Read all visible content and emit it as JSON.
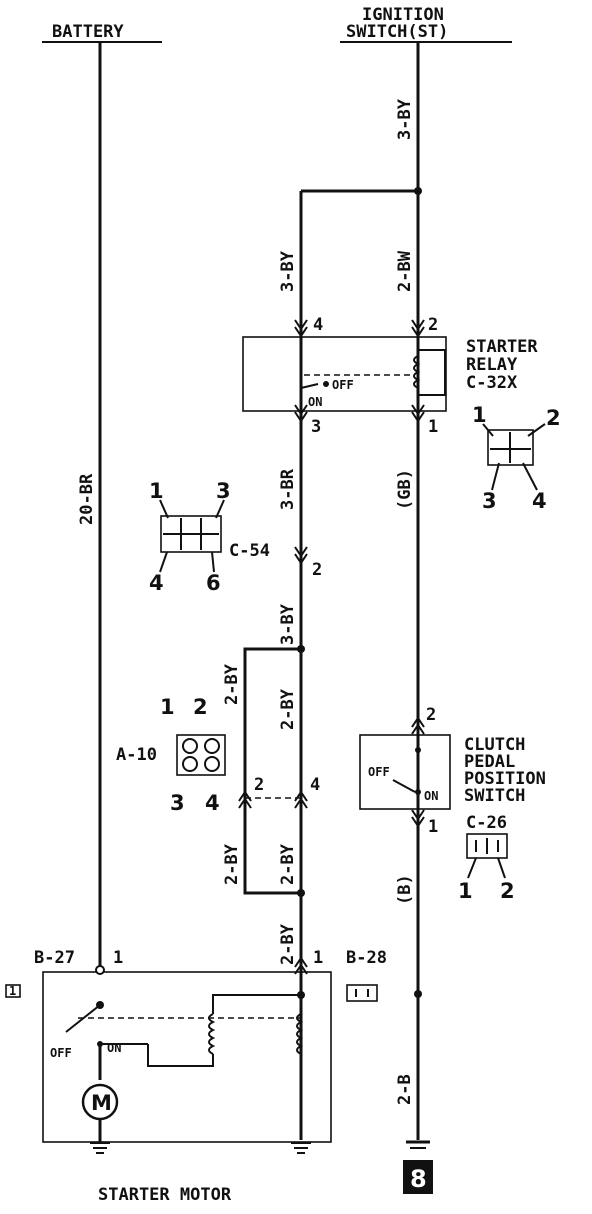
{
  "labels": {
    "battery": "BATTERY",
    "ignition_line1": "IGNITION",
    "ignition_line2": "SWITCH(ST)",
    "starter_relay_line1": "STARTER",
    "starter_relay_line2": "RELAY",
    "starter_relay_id": "C-32X",
    "clutch_line1": "CLUTCH",
    "clutch_line2": "PEDAL",
    "clutch_line3": "POSITION",
    "clutch_line4": "SWITCH",
    "clutch_id": "C-26",
    "starter_motor": "STARTER MOTOR",
    "conn_c54": "C-54",
    "conn_a10": "A-10",
    "conn_b27": "B-27",
    "conn_b28": "B-28",
    "off": "OFF",
    "on": "ON",
    "motor": "M",
    "ground_ref": "8",
    "side_ref": "1"
  },
  "wires": {
    "w_3by_top": "3-BY",
    "w_3by_left": "3-BY",
    "w_2bw": "2-BW",
    "w_3br": "3-BR",
    "w_gb": "(GB)",
    "w_20br": "20-BR",
    "w_3by_mid": "3-BY",
    "w_2by_a": "2-BY",
    "w_2by_b": "2-BY",
    "w_2by_c": "2-BY",
    "w_2by_d": "2-BY",
    "w_2by_e": "2-BY",
    "w_b": "(B)",
    "w_2b": "2-B"
  },
  "pins": {
    "relay_4": "4",
    "relay_2": "2",
    "relay_3": "3",
    "relay_1": "1",
    "c54_2": "2",
    "a10_2": "2",
    "a10_4": "4",
    "clutch_2": "2",
    "clutch_1": "1",
    "b27_1": "1",
    "b28_1": "1",
    "c32x_1": "1",
    "c32x_2": "2",
    "c32x_3": "3",
    "c32x_4": "4",
    "c54_1": "1",
    "c54_3": "3",
    "c54_4": "4",
    "c54_6": "6",
    "a10f_1": "1",
    "a10f_2": "2",
    "a10f_3": "3",
    "a10f_4": "4",
    "c26_1": "1",
    "c26_2": "2"
  }
}
